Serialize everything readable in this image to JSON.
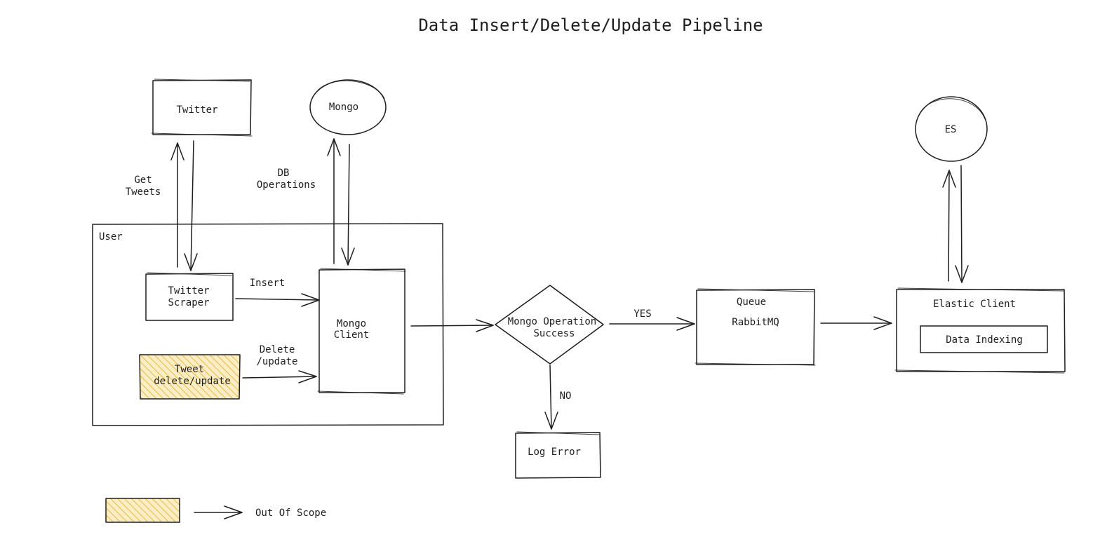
{
  "title": "Data Insert/Delete/Update Pipeline",
  "colors": {
    "stroke": "#1e1e1e",
    "out_of_scope_fill": "#f5d88a",
    "hatch": "#e8b94a"
  },
  "nodes": {
    "twitter": "Twitter",
    "mongo_db": "Mongo",
    "es": "ES",
    "user_group": "User",
    "twitter_scraper": [
      "Twitter",
      "Scraper"
    ],
    "tweet_delete_update": [
      "Tweet",
      "delete/update"
    ],
    "mongo_client": [
      "Mongo",
      "Client"
    ],
    "decision": [
      "Mongo Operation",
      "Success"
    ],
    "queue_label": "Queue",
    "rabbitmq": "RabbitMQ",
    "elastic_client": "Elastic Client",
    "data_indexing": "Data Indexing",
    "log_error": "Log Error"
  },
  "edges": {
    "get_tweets": [
      "Get",
      "Tweets"
    ],
    "db_operations": [
      "DB",
      "Operations"
    ],
    "insert": "Insert",
    "delete_update": [
      "Delete",
      "/update"
    ],
    "yes": "YES",
    "no": "NO"
  },
  "legend": {
    "label": "Out Of Scope"
  }
}
